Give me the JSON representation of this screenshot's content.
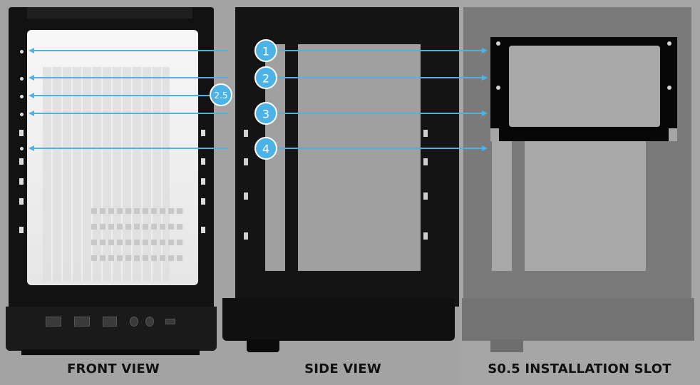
{
  "views": {
    "front": {
      "caption": "FRONT VIEW"
    },
    "side": {
      "caption": "SIDE VIEW"
    },
    "slot": {
      "caption": "S0.5 INSTALLATION SLOT"
    }
  },
  "markers": {
    "m1": "1",
    "m2": "2",
    "m25": "2.5",
    "m3": "3",
    "m4": "4"
  },
  "colors": {
    "arrow": "#4db3e6",
    "case_dark": "#121212",
    "background": "#a3a3a3",
    "bracket": "#070707"
  },
  "icons": {
    "front_ports": [
      "usb-port-icon",
      "usb-port-icon",
      "usb-c-port-icon",
      "audio-jack-icon",
      "audio-jack-icon",
      "power-button-icon"
    ]
  }
}
